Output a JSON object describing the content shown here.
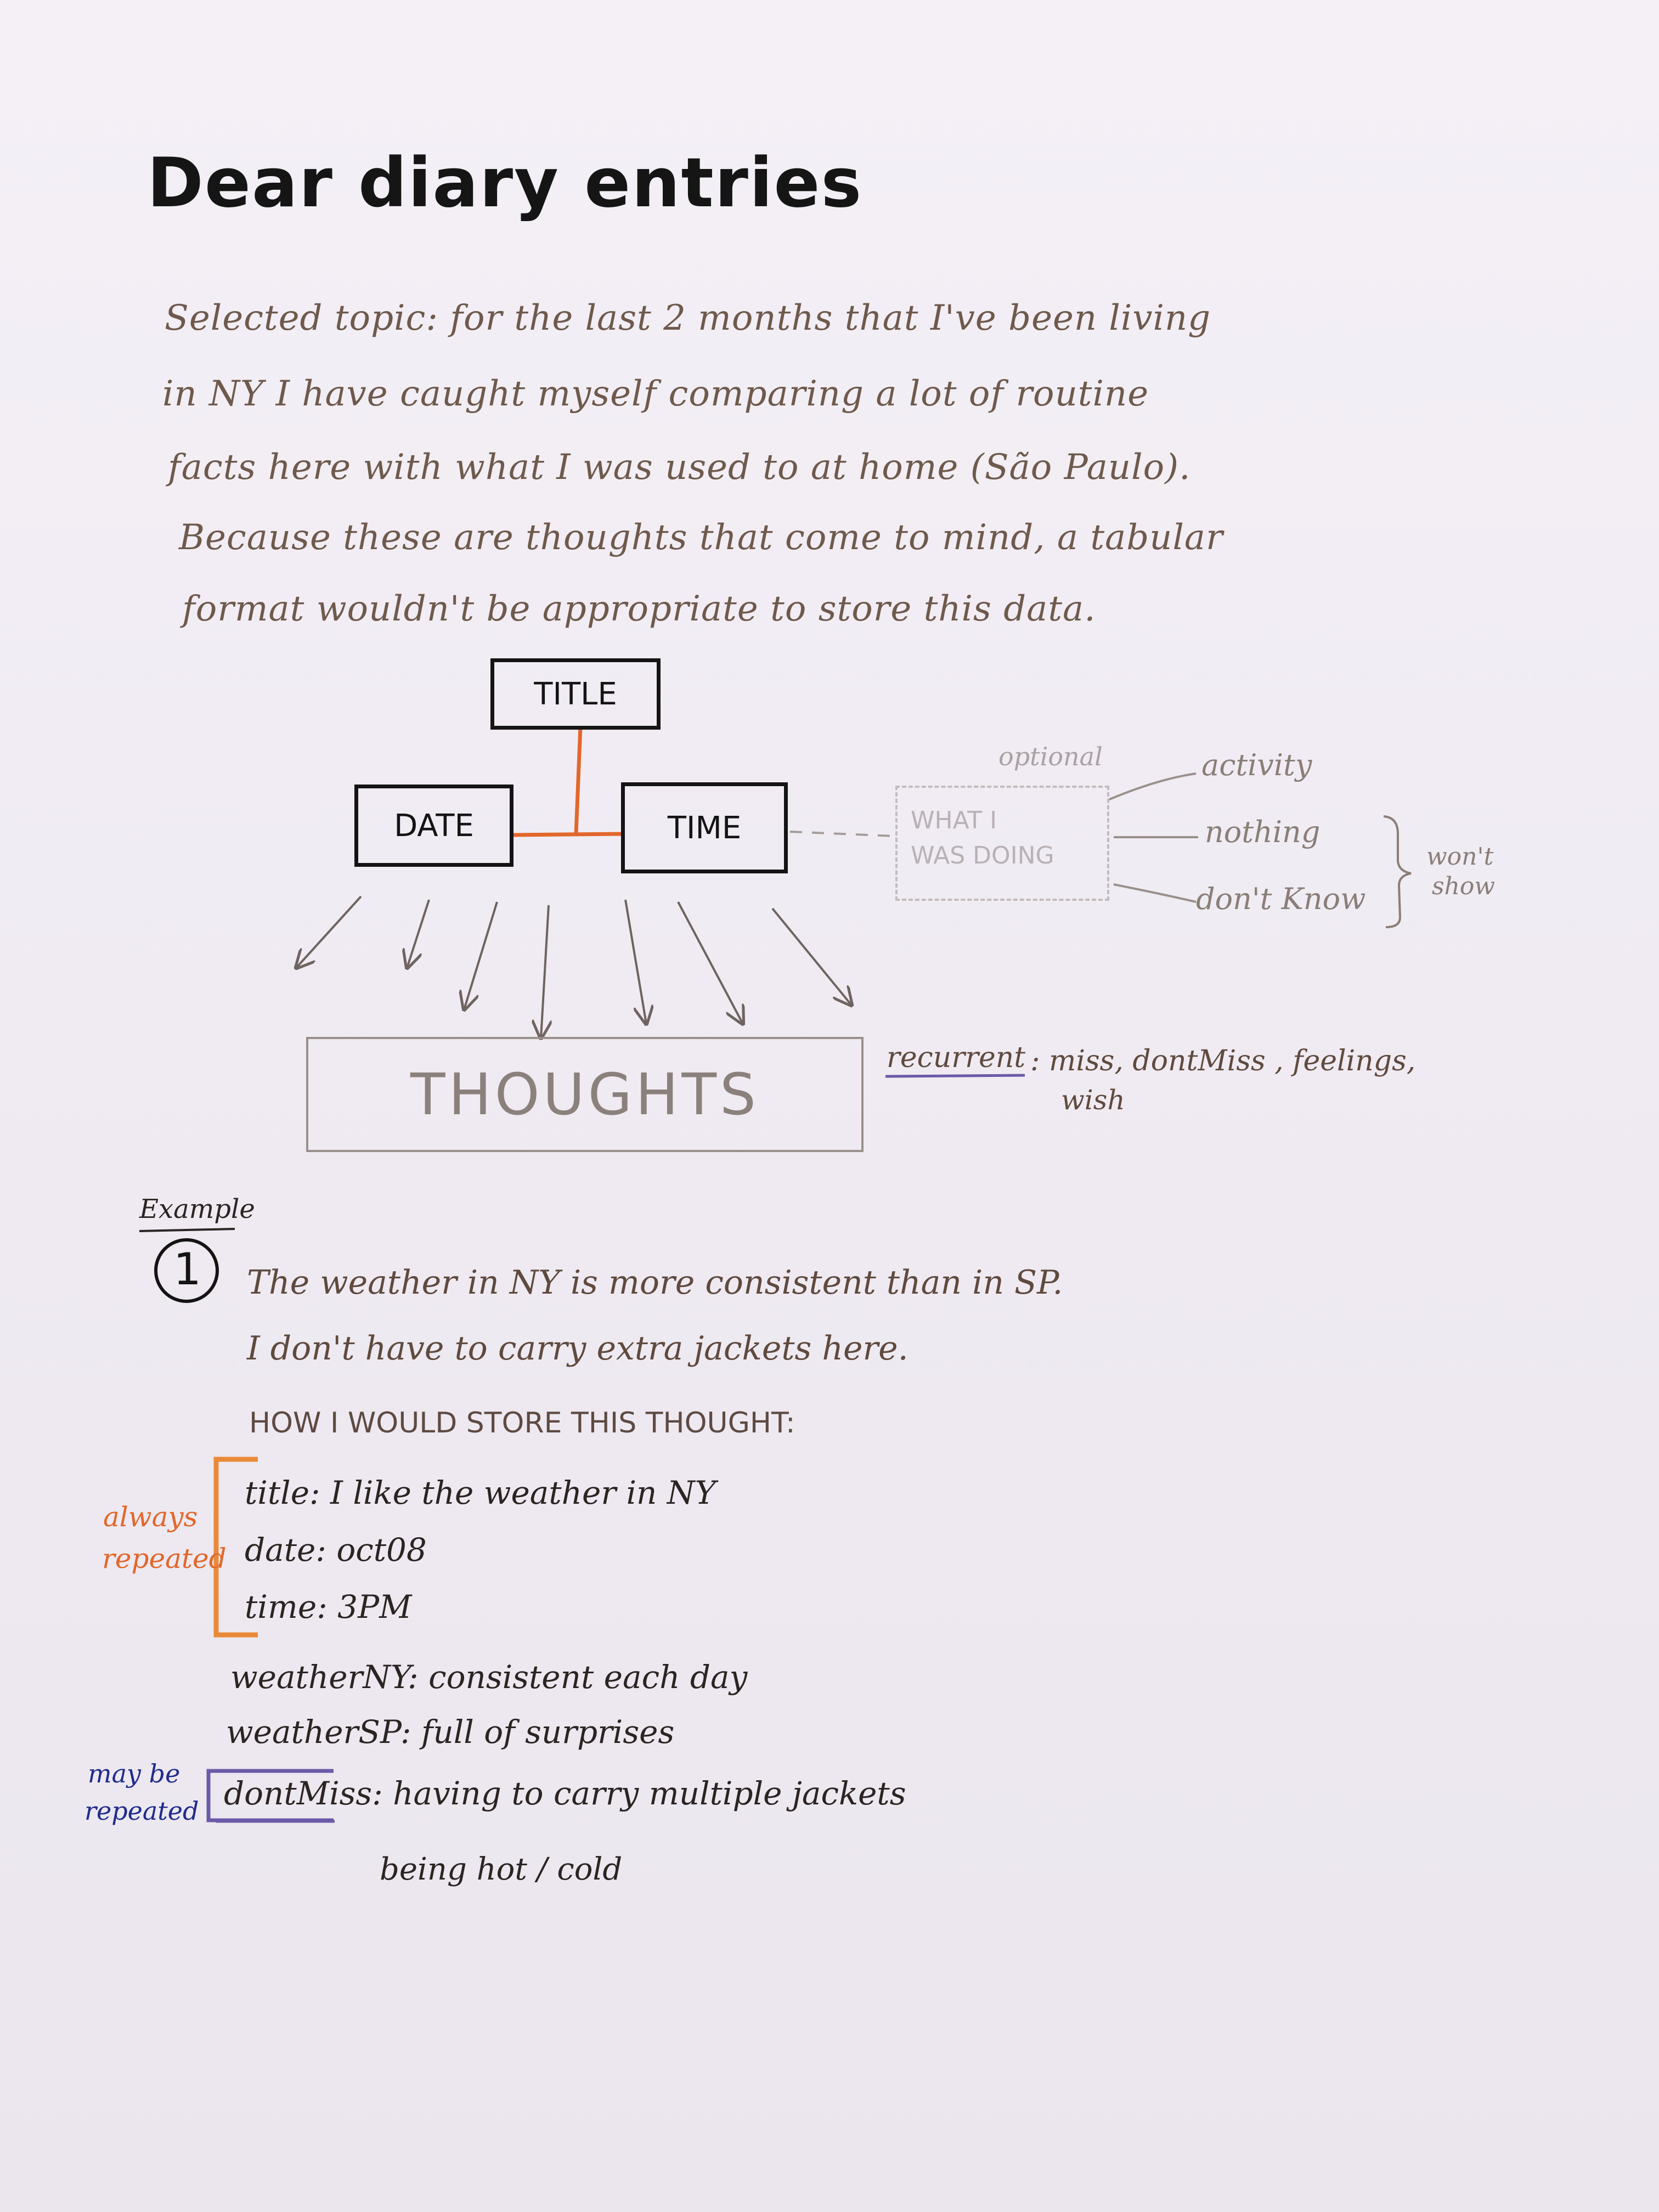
{
  "page_title": "Dear diary entries",
  "intro_lines": [
    "Selected topic: for the last 2 months that I've been living",
    "in NY I have caught myself comparing a lot of routine",
    "facts here with what I was used to at home (São Paulo).",
    "Because these are thoughts that come to mind, a tabular",
    "format wouldn't be appropriate to store this data."
  ],
  "diagram": {
    "title_box": "TITLE",
    "date_box": "DATE",
    "time_box": "TIME",
    "optional_label": "optional",
    "doing_box": [
      "WHAT I",
      "WAS DOING"
    ],
    "doing_options": [
      "activity",
      "nothing",
      "don't Know"
    ],
    "wont_show": [
      "won't",
      "show"
    ],
    "thoughts_box": "THOUGHTS",
    "recurrent_label": "recurrent",
    "recurrent_values": [
      ": miss, dontMiss , feelings,",
      "wish"
    ]
  },
  "example": {
    "label": "Example",
    "number": "1",
    "text_lines": [
      "The weather in NY is more consistent than in SP.",
      "I don't have to carry extra jackets here."
    ],
    "store_heading": "HOW I WOULD STORE THIS THOUGHT:",
    "fields": [
      {
        "key": "title",
        "value": ": I like the weather in NY"
      },
      {
        "key": "date",
        "value": ": oct08"
      },
      {
        "key": "time",
        "value": ": 3PM"
      },
      {
        "key": "weatherNY",
        "value": ": consistent each day"
      },
      {
        "key": "weatherSP",
        "value": ": full of surprises"
      },
      {
        "key": "dontMiss",
        "value": ": having to carry multiple jackets"
      }
    ],
    "continuation": "being hot / cold",
    "always_repeated": [
      "always",
      "repeated"
    ],
    "may_be_repeated": [
      "may be",
      "repeated"
    ]
  },
  "colors": {
    "accent_orange": "#e2672b",
    "accent_blue": "#1f2b8c",
    "underline_purple": "#6b5aa8"
  }
}
